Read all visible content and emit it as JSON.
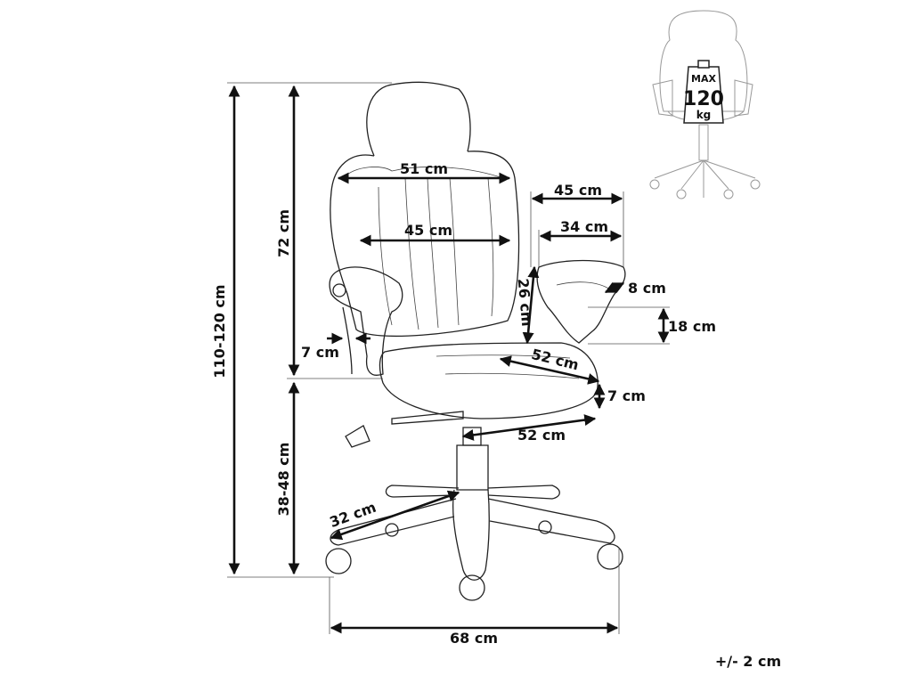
{
  "diagram": {
    "dimensions": {
      "total_height": "110-120 cm",
      "backrest_height": "72 cm",
      "seat_height": "38-48 cm",
      "backrest_width_top": "51 cm",
      "backrest_width_lower": "45 cm",
      "armrest_length_outer": "45 cm",
      "armrest_length_inner": "34 cm",
      "armrest_height": "26 cm",
      "armrest_width": "8 cm",
      "armrest_side": "18 cm",
      "armrest_gap": "7 cm",
      "seat_depth": "52 cm",
      "seat_thickness": "7 cm",
      "seat_width": "52 cm",
      "base_leg": "32 cm",
      "base_width": "68 cm"
    },
    "tolerance": "+/- 2 cm",
    "max_load": {
      "line1": "MAX",
      "line2": "120",
      "line3": "kg"
    }
  }
}
